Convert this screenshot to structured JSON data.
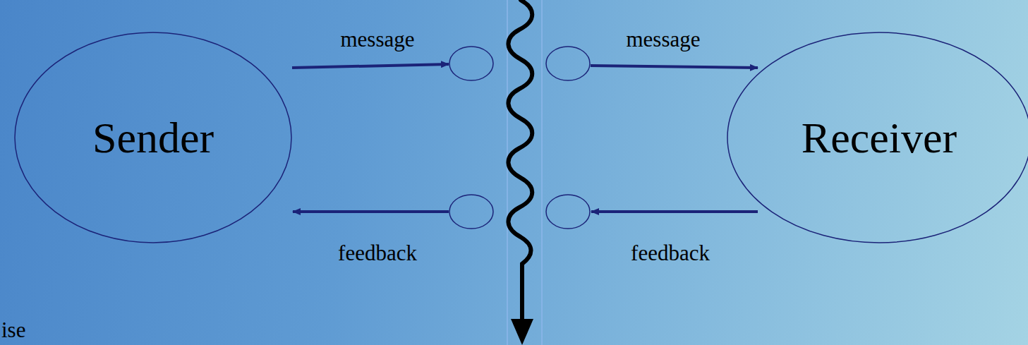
{
  "diagram": {
    "nodes": [
      {
        "text": [
          "Sender"
        ]
      },
      {
        "text": [
          "Receiver"
        ]
      }
    ],
    "labels": [
      "message",
      "message",
      "feedback",
      "feedback",
      "ise"
    ]
  }
}
